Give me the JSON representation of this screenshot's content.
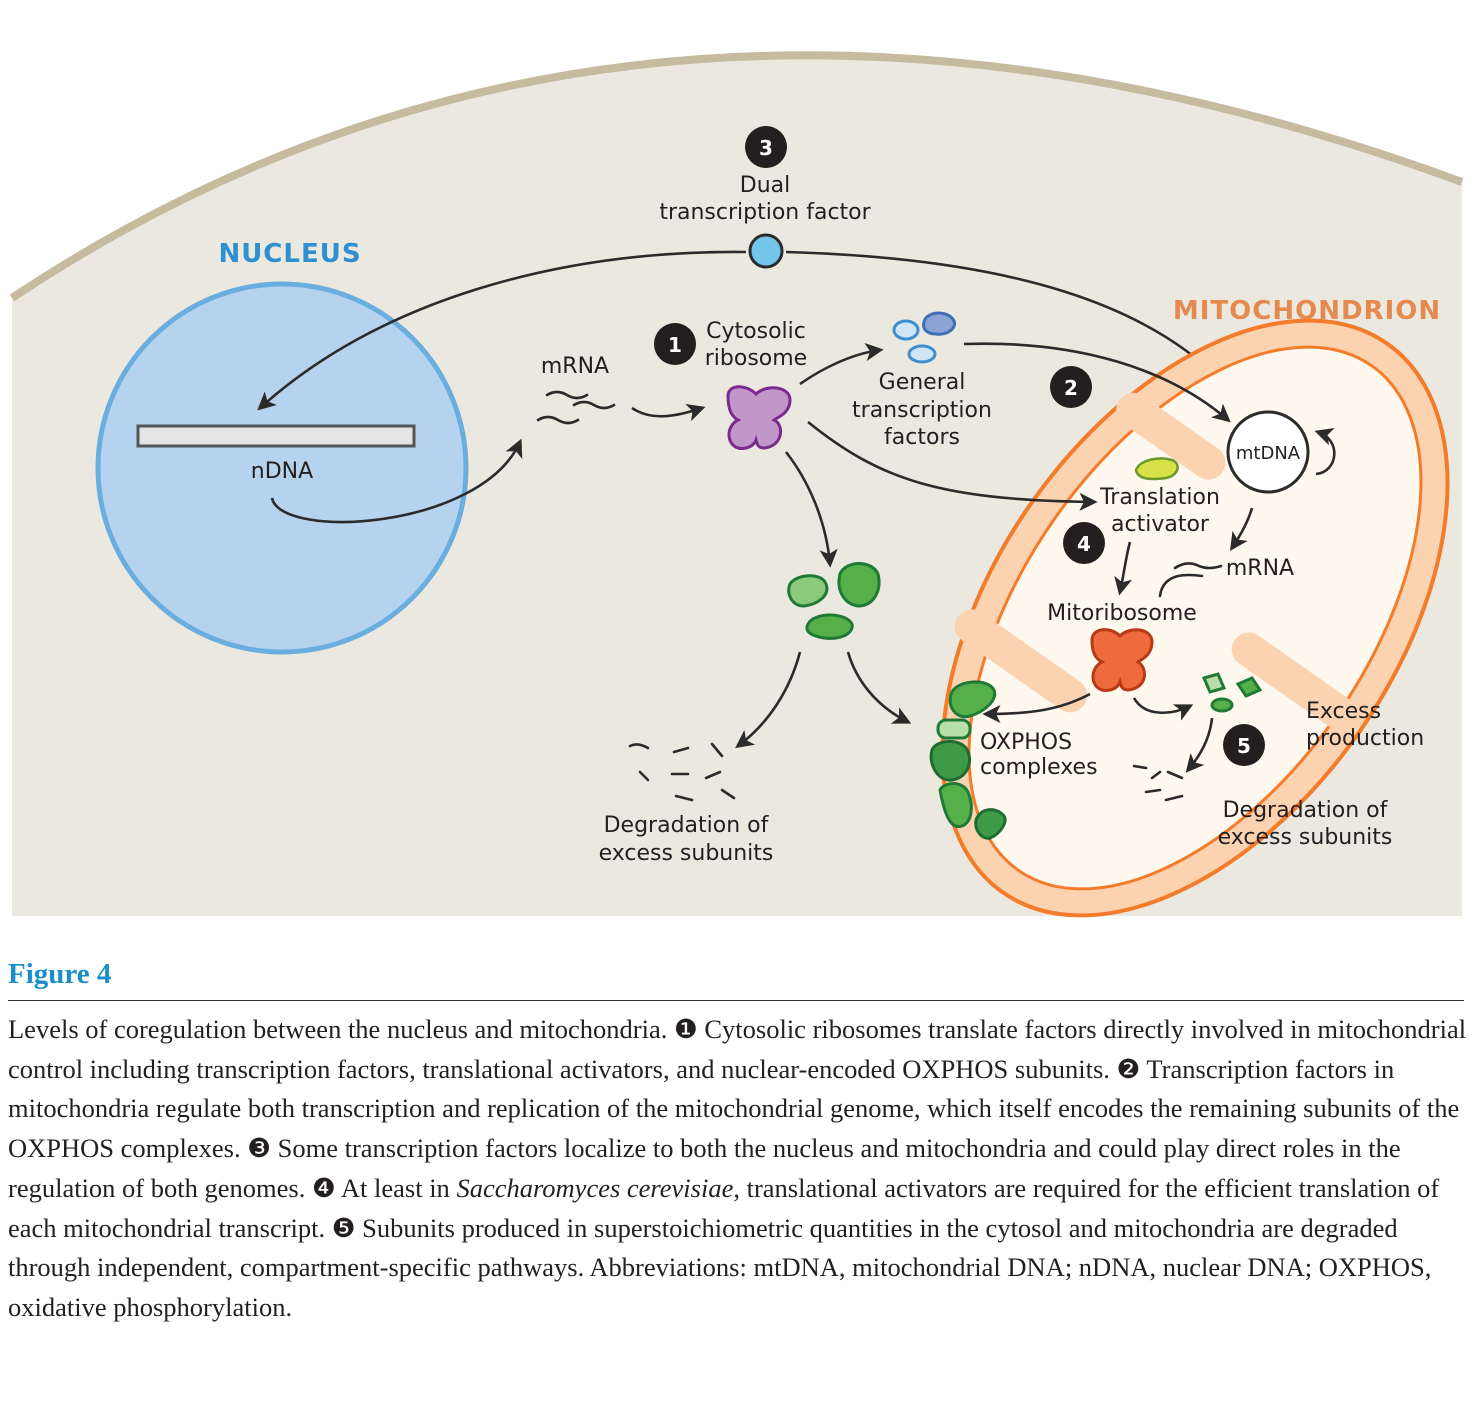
{
  "labels": {
    "step3_number": "3",
    "dual_tf_line1": "Dual",
    "dual_tf_line2": "transcription factor",
    "nucleus_title": "NUCLEUS",
    "ndna": "nDNA",
    "mrna_cyto": "mRNA",
    "step1_number": "1",
    "cytosolic_ribosome_line1": "Cytosolic",
    "cytosolic_ribosome_line2": "ribosome",
    "general_tf_line1": "General",
    "general_tf_line2": "transcription",
    "general_tf_line3": "factors",
    "mito_title": "MITOCHONDRION",
    "step2_number": "2",
    "mtdna": "mtDNA",
    "translation_activator_line1": "Translation",
    "translation_activator_line2": "activator",
    "step4_number": "4",
    "mrna_mito": "mRNA",
    "mitoribosome": "Mitoribosome",
    "oxphos_line1": "OXPHOS",
    "oxphos_line2": "complexes",
    "excess_line1": "Excess",
    "excess_line2": "production",
    "step5_number": "5",
    "degradation_cyto_line1": "Degradation of",
    "degradation_cyto_line2": "excess subunits",
    "degradation_mito_line1": "Degradation of",
    "degradation_mito_line2": "excess subunits"
  },
  "colors": {
    "cytoplasm": "#ebe8e0",
    "membrane": "#c7bb9f",
    "nucleus_fill": "#b5d3ee",
    "nucleus_stroke": "#6aaee0",
    "mito_outer": "#fbd3b0",
    "mito_stroke": "#f47b2a",
    "mito_inner": "#fff8ef",
    "cyto_ribosome": "#c196c9",
    "mitoribosome": "#ef6a3c",
    "dual_tf": "#74c5ec",
    "translation_activator": "#d8e04a"
  },
  "figure": {
    "label": "Figure 4",
    "caption_parts": [
      {
        "text": "Levels of coregulation between the nucleus and mitochondria. ",
        "style": "normal"
      },
      {
        "text": "❶",
        "style": "normal"
      },
      {
        "text": " Cytosolic ribosomes translate factors directly involved in mitochondrial control including transcription factors, translational activators, and nuclear-encoded OXPHOS subunits. ",
        "style": "normal"
      },
      {
        "text": "❷",
        "style": "normal"
      },
      {
        "text": " Transcription factors in mitochondria regulate both transcription and replication of the mitochondrial genome, which itself encodes the remaining subunits of the OXPHOS complexes. ",
        "style": "normal"
      },
      {
        "text": "❸",
        "style": "normal"
      },
      {
        "text": " Some transcription factors localize to both the nucleus and mitochondria and could play direct roles in the regulation of both genomes. ",
        "style": "normal"
      },
      {
        "text": "❹",
        "style": "normal"
      },
      {
        "text": " At least in ",
        "style": "normal"
      },
      {
        "text": "Saccharomyces cerevisiae",
        "style": "italic"
      },
      {
        "text": ", translational activators are required for the efficient translation of each mitochondrial transcript. ",
        "style": "normal"
      },
      {
        "text": "❺",
        "style": "normal"
      },
      {
        "text": " Subunits produced in superstoichiometric quantities in the cytosol and mitochondria are degraded through independent, compartment-specific pathways. Abbreviations: mtDNA, mitochondrial DNA; nDNA, nuclear DNA; OXPHOS, oxidative phosphorylation.",
        "style": "normal"
      }
    ]
  }
}
